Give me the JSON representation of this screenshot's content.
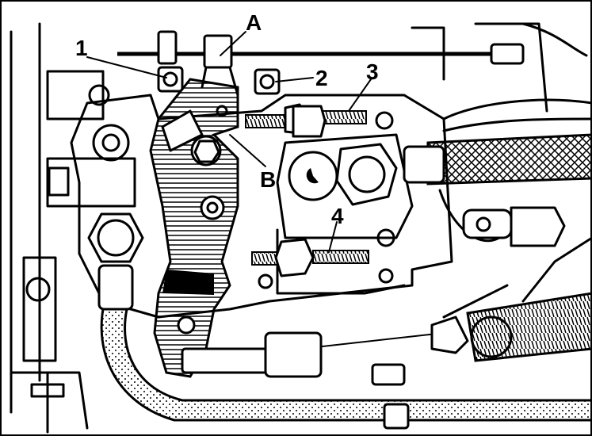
{
  "callouts": {
    "label_1": "1",
    "label_2": "2",
    "label_3": "3",
    "label_4": "4",
    "label_a": "A",
    "label_b": "B"
  },
  "colors": {
    "ink": "#000000",
    "paper": "#ffffff"
  }
}
